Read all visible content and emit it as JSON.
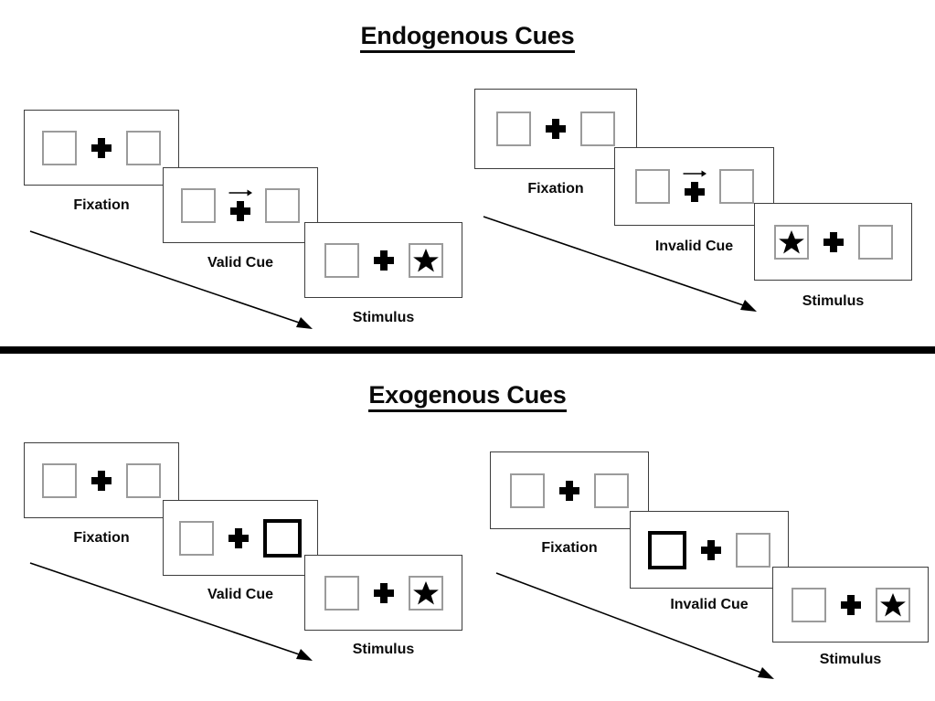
{
  "figure": {
    "title_endogenous": "Endogenous Cues",
    "title_exogenous": "Exogenous Cues",
    "divider_color": "#000000",
    "frame_border_color": "#3d3d3d",
    "box_border_color": "#9b9b9b",
    "cued_box_border_color": "#000000",
    "ink_color": "#000000",
    "background_color": "#ffffff"
  },
  "captions": {
    "fixation": "Fixation",
    "valid_cue": "Valid Cue",
    "invalid_cue": "Invalid Cue",
    "stimulus": "Stimulus"
  },
  "icons": {
    "fixation_cross": "plus-icon",
    "cue_arrow": "arrow-right-icon",
    "target": "star-icon",
    "time_flow": "diagonal-arrow-icon"
  },
  "sequences": [
    {
      "id": "endogenous-valid",
      "section": "Endogenous Cues",
      "condition": "Valid",
      "frames": [
        {
          "caption": "Fixation",
          "left_box": "empty",
          "right_box": "empty",
          "center": "plus"
        },
        {
          "caption": "Valid Cue",
          "left_box": "empty",
          "right_box": "empty",
          "center": "plus-with-right-arrow"
        },
        {
          "caption": "Stimulus",
          "left_box": "empty",
          "right_box": "star",
          "center": "plus"
        }
      ]
    },
    {
      "id": "endogenous-invalid",
      "section": "Endogenous Cues",
      "condition": "Invalid",
      "frames": [
        {
          "caption": "Fixation",
          "left_box": "empty",
          "right_box": "empty",
          "center": "plus"
        },
        {
          "caption": "Invalid Cue",
          "left_box": "empty",
          "right_box": "empty",
          "center": "plus-with-right-arrow"
        },
        {
          "caption": "Stimulus",
          "left_box": "star",
          "right_box": "empty",
          "center": "plus"
        }
      ]
    },
    {
      "id": "exogenous-valid",
      "section": "Exogenous Cues",
      "condition": "Valid",
      "frames": [
        {
          "caption": "Fixation",
          "left_box": "empty",
          "right_box": "empty",
          "center": "plus"
        },
        {
          "caption": "Valid Cue",
          "left_box": "empty",
          "right_box": "highlight",
          "center": "plus"
        },
        {
          "caption": "Stimulus",
          "left_box": "empty",
          "right_box": "star",
          "center": "plus"
        }
      ]
    },
    {
      "id": "exogenous-invalid",
      "section": "Exogenous Cues",
      "condition": "Invalid",
      "frames": [
        {
          "caption": "Fixation",
          "left_box": "empty",
          "right_box": "empty",
          "center": "plus"
        },
        {
          "caption": "Invalid Cue",
          "left_box": "highlight",
          "right_box": "empty",
          "center": "plus"
        },
        {
          "caption": "Stimulus",
          "left_box": "empty",
          "right_box": "star",
          "center": "plus"
        }
      ]
    }
  ]
}
